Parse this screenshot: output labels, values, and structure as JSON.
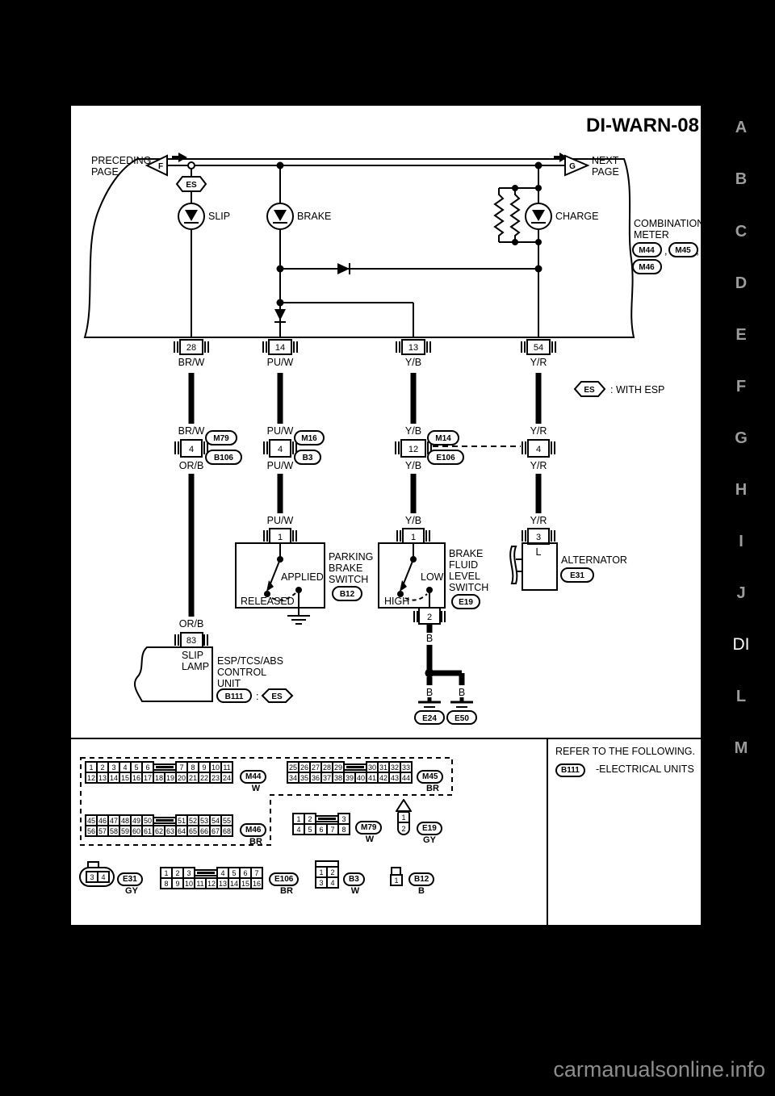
{
  "diagram": {
    "title": "DI-WARN-08",
    "preceding": [
      "PRECEDING",
      "PAGE"
    ],
    "next": [
      "NEXT",
      "PAGE"
    ],
    "f": "F",
    "g": "G",
    "es_top": "ES",
    "lamps": [
      "SLIP",
      "BRAKE",
      "CHARGE"
    ],
    "combination": {
      "l1": "COMBINATION",
      "l2": "METER",
      "m44": "M44",
      "m45": "M45",
      "m46": "M46",
      "comma1": ",",
      "comma2": ","
    },
    "note": {
      "es": "ES",
      "text": ": WITH ESP"
    },
    "pins_top": [
      "28",
      "14",
      "13",
      "54"
    ],
    "wire_row1": [
      "BR/W",
      "PU/W",
      "Y/B",
      "Y/R"
    ],
    "wire_row2": [
      "BR/W",
      "PU/W",
      "Y/B",
      "Y/R"
    ],
    "mid_conn": {
      "n1": "4",
      "n2": "4",
      "n3": "12",
      "n4": "4",
      "m79": "M79",
      "b106": "B106",
      "m16": "M16",
      "b3": "B3",
      "m14": "M14",
      "e106": "E106"
    },
    "wire_row3": [
      "OR/B",
      "PU/W",
      "Y/B",
      "Y/R"
    ],
    "wire_row4": [
      "PU/W",
      "Y/B",
      "Y/R"
    ],
    "pins_mid": [
      "1",
      "1",
      "3"
    ],
    "parking": {
      "applied": "APPLIED",
      "released": "RELEASED",
      "l1": "PARKING",
      "l2": "BRAKE",
      "l3": "SWITCH",
      "tag": "B12"
    },
    "fluid": {
      "low": "LOW",
      "high": "HIGH",
      "pin2": "2",
      "l1": "BRAKE",
      "l2": "FLUID",
      "l3": "LEVEL",
      "l4": "SWITCH",
      "tag": "E19"
    },
    "alternator": {
      "terminal": "L",
      "label": "ALTERNATOR",
      "tag": "E31"
    },
    "grounds": {
      "b1": "B",
      "b2": "B",
      "b3": "B",
      "e24": "E24",
      "e50": "E50"
    },
    "slip_unit": {
      "wire": "OR/B",
      "pin": "83",
      "b1": "SLIP",
      "b2": "LAMP",
      "l1": "ESP/TCS/ABS",
      "l2": "CONTROL",
      "l3": "UNIT",
      "tag": "B111",
      "colon": ":",
      "es": "ES"
    }
  },
  "legend": {
    "m44": {
      "id": "M44",
      "color": "W",
      "rows": [
        [
          "1",
          "2",
          "3",
          "4",
          "5",
          "6",
          "|",
          "7",
          "8",
          "9",
          "10",
          "11"
        ],
        [
          "12",
          "13",
          "14",
          "15",
          "16",
          "17",
          "18",
          "19",
          "20",
          "21",
          "22",
          "23",
          "24"
        ]
      ]
    },
    "m45": {
      "id": "M45",
      "color": "BR",
      "rows": [
        [
          "25",
          "26",
          "27",
          "28",
          "29",
          "|",
          "30",
          "31",
          "32",
          "33"
        ],
        [
          "34",
          "35",
          "36",
          "37",
          "38",
          "39",
          "40",
          "41",
          "42",
          "43",
          "44"
        ]
      ]
    },
    "m46": {
      "id": "M46",
      "color": "BR",
      "rows": [
        [
          "45",
          "46",
          "47",
          "48",
          "49",
          "50",
          "|",
          "51",
          "52",
          "53",
          "54",
          "55"
        ],
        [
          "56",
          "57",
          "58",
          "59",
          "60",
          "61",
          "62",
          "63",
          "64",
          "65",
          "66",
          "67",
          "68"
        ]
      ]
    },
    "m79": {
      "id": "M79",
      "color": "W",
      "rows": [
        [
          "1",
          "2",
          "|",
          "3"
        ],
        [
          "4",
          "5",
          "6",
          "7",
          "8"
        ]
      ]
    },
    "e19": {
      "id": "E19",
      "color": "GY",
      "rows": [
        [
          "1"
        ],
        [
          "2"
        ]
      ]
    },
    "e31": {
      "id": "E31",
      "color": "GY",
      "rows": [
        [
          "3",
          "4"
        ]
      ]
    },
    "e106": {
      "id": "E106",
      "color": "BR",
      "rows": [
        [
          "1",
          "2",
          "3",
          "|",
          "4",
          "5",
          "6",
          "7"
        ],
        [
          "8",
          "9",
          "10",
          "11",
          "12",
          "13",
          "14",
          "15",
          "16"
        ]
      ]
    },
    "b3": {
      "id": "B3",
      "color": "W",
      "rows": [
        [
          "1",
          "2"
        ],
        [
          "3",
          "4"
        ]
      ]
    },
    "b12": {
      "id": "B12",
      "color": "B",
      "rows": [
        [
          "1"
        ]
      ]
    },
    "refer": {
      "line1": "REFER TO THE FOLLOWING.",
      "tag": "B111",
      "line2": "-ELECTRICAL UNITS"
    }
  },
  "sidebar": {
    "letters": [
      "A",
      "B",
      "C",
      "D",
      "E",
      "F",
      "G",
      "H",
      "I",
      "J",
      "L",
      "M"
    ],
    "current": "DI"
  },
  "watermark": "carmanualsonline.info"
}
